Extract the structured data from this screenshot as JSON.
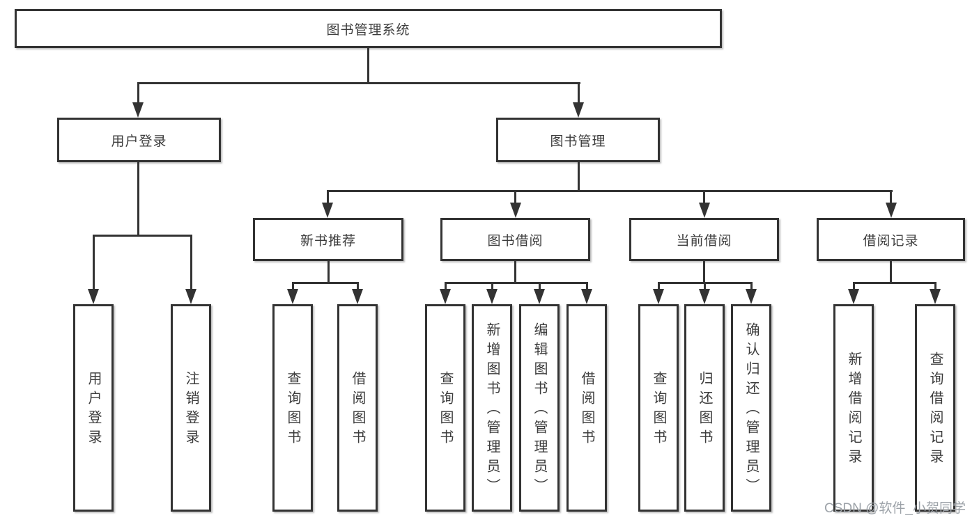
{
  "tree": {
    "root": "图书管理系统",
    "branches": [
      {
        "label": "用户登录",
        "children": [
          "用户登录",
          "注销登录"
        ]
      },
      {
        "label": "图书管理",
        "children": [
          {
            "label": "新书推荐",
            "children": [
              "查询图书",
              "借阅图书"
            ]
          },
          {
            "label": "图书借阅",
            "children": [
              "查询图书",
              "新增图书（管理员）",
              "编辑图书（管理员）",
              "借阅图书"
            ]
          },
          {
            "label": "当前借阅",
            "children": [
              "查询图书",
              "归还图书",
              "确认归还（管理员）"
            ]
          },
          {
            "label": "借阅记录",
            "children": [
              "新增借阅记录",
              "查询借阅记录"
            ]
          }
        ]
      }
    ]
  },
  "watermark": {
    "text": "CSDN @软件_小贺同学"
  },
  "colors": {
    "line": "#333333",
    "text": "#3c3c3c",
    "watermark": "#9ca2a8",
    "background": "#ffffff"
  }
}
